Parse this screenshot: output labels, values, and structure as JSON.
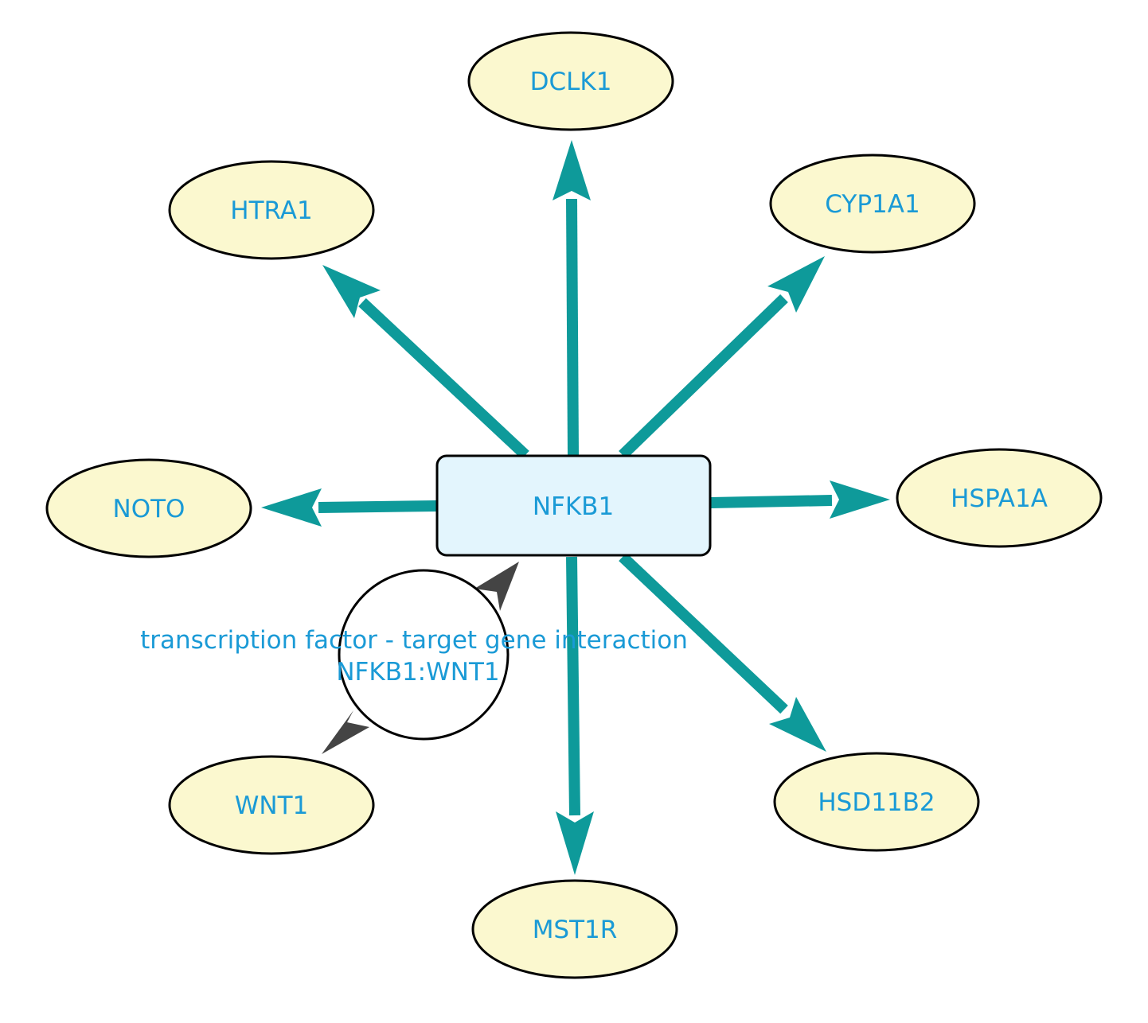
{
  "hub": {
    "label": "NFKB1"
  },
  "targets": [
    {
      "id": "dclk1",
      "label": "DCLK1"
    },
    {
      "id": "htra1",
      "label": "HTRA1"
    },
    {
      "id": "cyp1a1",
      "label": "CYP1A1"
    },
    {
      "id": "noto",
      "label": "NOTO"
    },
    {
      "id": "hspa1a",
      "label": "HSPA1A"
    },
    {
      "id": "wnt1",
      "label": "WNT1"
    },
    {
      "id": "hsd11b2",
      "label": "HSD11B2"
    },
    {
      "id": "mst1r",
      "label": "MST1R"
    }
  ],
  "interaction": {
    "line1": "transcription factor - target gene interaction",
    "line2": "NFKB1:WNT1"
  },
  "colors": {
    "edge": "#0e9a9a",
    "label": "#1a9ad6",
    "gene_fill": "#fbf8cf",
    "hub_fill": "#e3f5fd"
  }
}
